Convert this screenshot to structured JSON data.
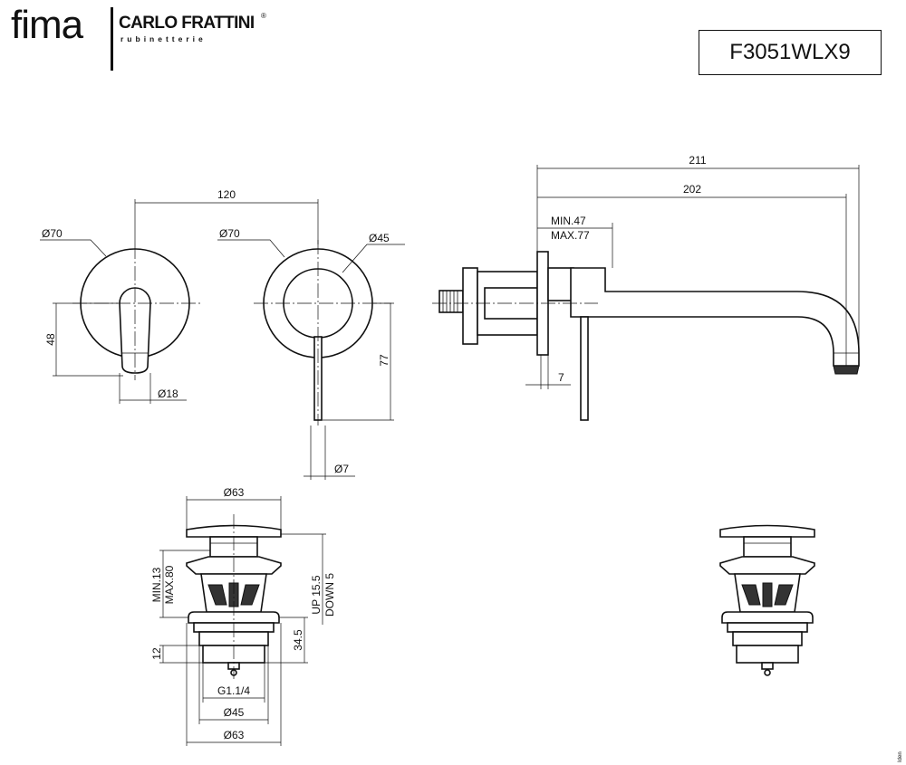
{
  "brand": {
    "fima": "fima",
    "carlo_frattini": "CARLO FRATTINI",
    "registered_mark": "®",
    "subtitle": "rubinetterie"
  },
  "product_code": "F3051WLX9",
  "dimensions": {
    "lever_view": {
      "diameter_plate": "Ø70",
      "lever_height": "48",
      "lever_diameter": "Ø18"
    },
    "spacing": "120",
    "body_view": {
      "diameter_plate": "Ø70",
      "diameter_inner": "Ø45",
      "lever_length": "77",
      "lever_diameter": "Ø7"
    },
    "side_view": {
      "total_length": "211",
      "spout_length": "202",
      "min_depth": "MIN.47",
      "max_depth": "MAX.77",
      "lever_offset": "7"
    },
    "waste": {
      "cap_diameter": "Ø63",
      "min_stroke": "MIN.13",
      "max_stroke": "MAX.80",
      "up": "UP 15.5",
      "down": "DOWN 5",
      "height": "34.5",
      "thread_length": "12",
      "thread": "G1.1/4",
      "body_diameter": "Ø45",
      "flange_diameter": "Ø63"
    }
  },
  "corner_note": "Iden"
}
